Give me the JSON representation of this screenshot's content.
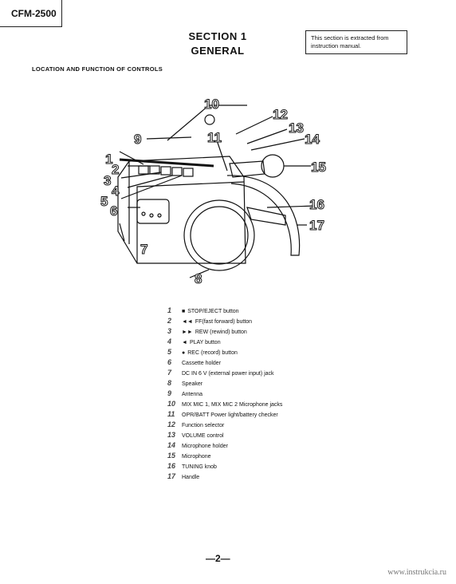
{
  "header": {
    "model": "CFM-2500",
    "section": "SECTION 1",
    "section_name": "GENERAL",
    "note": "This section is extracted from instruction manual.",
    "subheading": "LOCATION AND FUNCTION OF CONTROLS"
  },
  "callouts": [
    "1",
    "2",
    "3",
    "4",
    "5",
    "6",
    "7",
    "8",
    "9",
    "10",
    "11",
    "12",
    "13",
    "14",
    "15",
    "16",
    "17"
  ],
  "legend": [
    {
      "num": "1",
      "symbol": "■",
      "text": "STOP/EJECT button"
    },
    {
      "num": "2",
      "symbol": "◄◄",
      "text": "FF(fast forward) button"
    },
    {
      "num": "3",
      "symbol": "►►",
      "text": "REW (rewind) button"
    },
    {
      "num": "4",
      "symbol": "◄",
      "text": "PLAY button"
    },
    {
      "num": "5",
      "symbol": "●",
      "text": "REC (record) button"
    },
    {
      "num": "6",
      "symbol": "",
      "text": "Cassette holder"
    },
    {
      "num": "7",
      "symbol": "",
      "text": "DC IN 6 V (external power input) jack"
    },
    {
      "num": "8",
      "symbol": "",
      "text": "Speaker"
    },
    {
      "num": "9",
      "symbol": "",
      "text": "Antenna"
    },
    {
      "num": "10",
      "symbol": "",
      "text": "MIX MIC 1, MIX MIC 2 Microphone jacks"
    },
    {
      "num": "11",
      "symbol": "",
      "text": "OPR/BATT Power light/battery checker"
    },
    {
      "num": "12",
      "symbol": "",
      "text": "Function selector"
    },
    {
      "num": "13",
      "symbol": "",
      "text": "VOLUME control"
    },
    {
      "num": "14",
      "symbol": "",
      "text": "Microphone holder"
    },
    {
      "num": "15",
      "symbol": "",
      "text": "Microphone"
    },
    {
      "num": "16",
      "symbol": "",
      "text": "TUNING knob"
    },
    {
      "num": "17",
      "symbol": "",
      "text": "Handle"
    }
  ],
  "footer": {
    "page": "—2—",
    "watermark": "www.instrukcia.ru"
  }
}
